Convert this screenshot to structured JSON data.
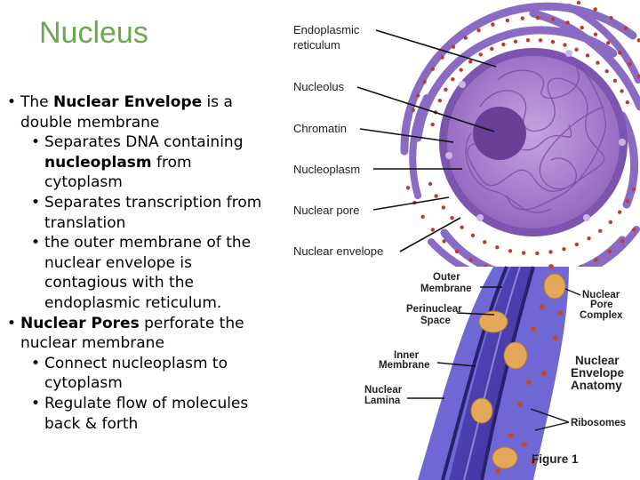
{
  "slide": {
    "title": "Nucleus",
    "bullets": {
      "b1_bold": "Nuclear Envelope",
      "b1_pre": "The ",
      "b1_post": " is a double membrane",
      "b1a_text": "Separates DNA containing ",
      "b1a_bold": "nucleoplasm",
      "b1a_post": " from cytoplasm",
      "b1b": "Separates transcription from translation",
      "b1c": "the outer membrane of the nuclear envelope is contagious with the endoplasmic reticulum.",
      "b2_bold": "Nuclear Pores",
      "b2_post": " perforate the nuclear membrane",
      "b2a": "Connect nucleoplasm to cytoplasm",
      "b2b": "Regulate flow of molecules back & forth"
    }
  },
  "diagram": {
    "top_labels": {
      "er": [
        "Endoplasmic",
        "reticulum"
      ],
      "nucleolus": "Nucleolus",
      "chromatin": "Chromatin",
      "nucleoplasm": "Nucleoplasm",
      "nuclear_pore": "Nuclear pore",
      "nuclear_envelope": "Nuclear envelope"
    },
    "bottom_labels": {
      "outer_membrane": [
        "Outer",
        "Membrane"
      ],
      "perinuclear_space": [
        "Perinuclear",
        "Space"
      ],
      "inner_membrane": [
        "Inner",
        "Membrane"
      ],
      "nuclear_lamina": [
        "Nuclear",
        "Lamina"
      ],
      "npc": [
        "Nuclear",
        "Pore",
        "Complex"
      ],
      "anatomy": [
        "Nuclear",
        "Envelope",
        "Anatomy"
      ],
      "ribosomes": "Ribosomes",
      "figure": "Figure 1"
    },
    "colors": {
      "title_green": "#6aa84f",
      "nucleus_purple": "#a77ac9",
      "envelope_purple": "#7d55b0",
      "er_purple": "#8a6bc4",
      "ribosome_red": "#c0392b",
      "lamina_blue": "#4a3ca8",
      "pore_tan": "#e3a85a"
    }
  }
}
